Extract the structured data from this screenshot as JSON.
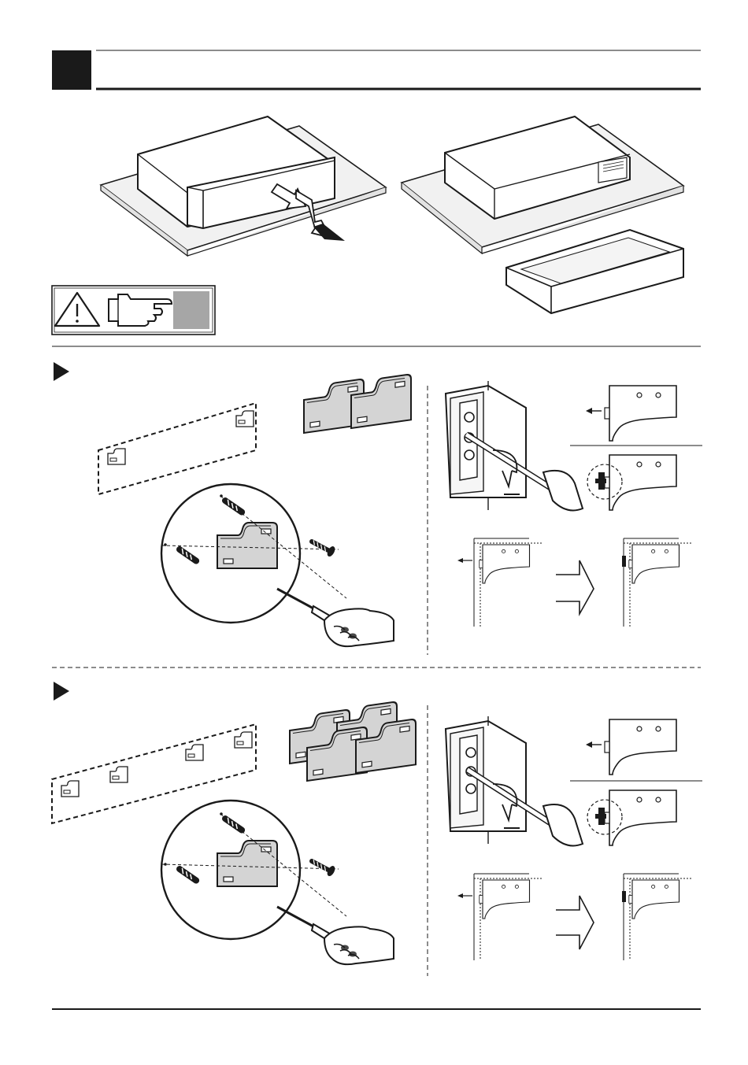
{
  "document": {
    "type": "assembly-instruction-sheet",
    "step_marker": "",
    "sections": [
      {
        "id": "drawer-removal",
        "marker_icon": "play-triangle-icon"
      },
      {
        "id": "bracket-install-two",
        "marker_icon": "play-triangle-icon"
      },
      {
        "id": "bracket-install-four",
        "marker_icon": "play-triangle-icon"
      }
    ],
    "warning_box": {
      "icons": [
        "warning-triangle-icon",
        "pointing-hand-icon",
        "grey-square-icon"
      ]
    },
    "colors": {
      "ink": "#1a1a1a",
      "header_block": "#1a1a1a",
      "grey_square": "#a6a6a6",
      "board_fill": "#f1f1f1"
    }
  }
}
